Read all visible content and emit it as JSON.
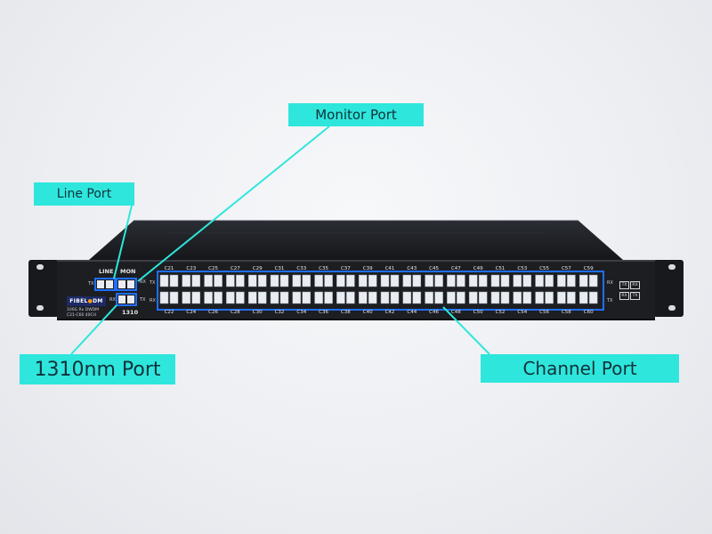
{
  "callouts": {
    "line_port": "Line Port",
    "monitor_port": "Monitor Port",
    "port_1310": "1310nm Port",
    "channel_port": "Channel Port"
  },
  "device": {
    "brand_prefix": "FIBEL",
    "brand_suffix": "DM",
    "model_line1": "100G Rx DWDM",
    "model_line2": "C21-C60 40CH",
    "line_label": "LINE",
    "mon_label": "MON",
    "label_1310": "1310",
    "tx": "TX",
    "rx": "RX",
    "top_channels": [
      "C21",
      "C23",
      "C25",
      "C27",
      "C29",
      "C31",
      "C33",
      "C35",
      "C37",
      "C39",
      "C41",
      "C43",
      "C45",
      "C47",
      "C49",
      "C51",
      "C53",
      "C55",
      "C57",
      "C59"
    ],
    "bottom_channels": [
      "C22",
      "C24",
      "C26",
      "C28",
      "C30",
      "C32",
      "C34",
      "C36",
      "C38",
      "C40",
      "C42",
      "C44",
      "C46",
      "C48",
      "C50",
      "C52",
      "C54",
      "C56",
      "C58",
      "C60"
    ]
  },
  "colors": {
    "callout": "#2ee6dc",
    "highlight": "#1f6fff",
    "chassis": "#1c1e22",
    "port": "#e9edf2"
  }
}
